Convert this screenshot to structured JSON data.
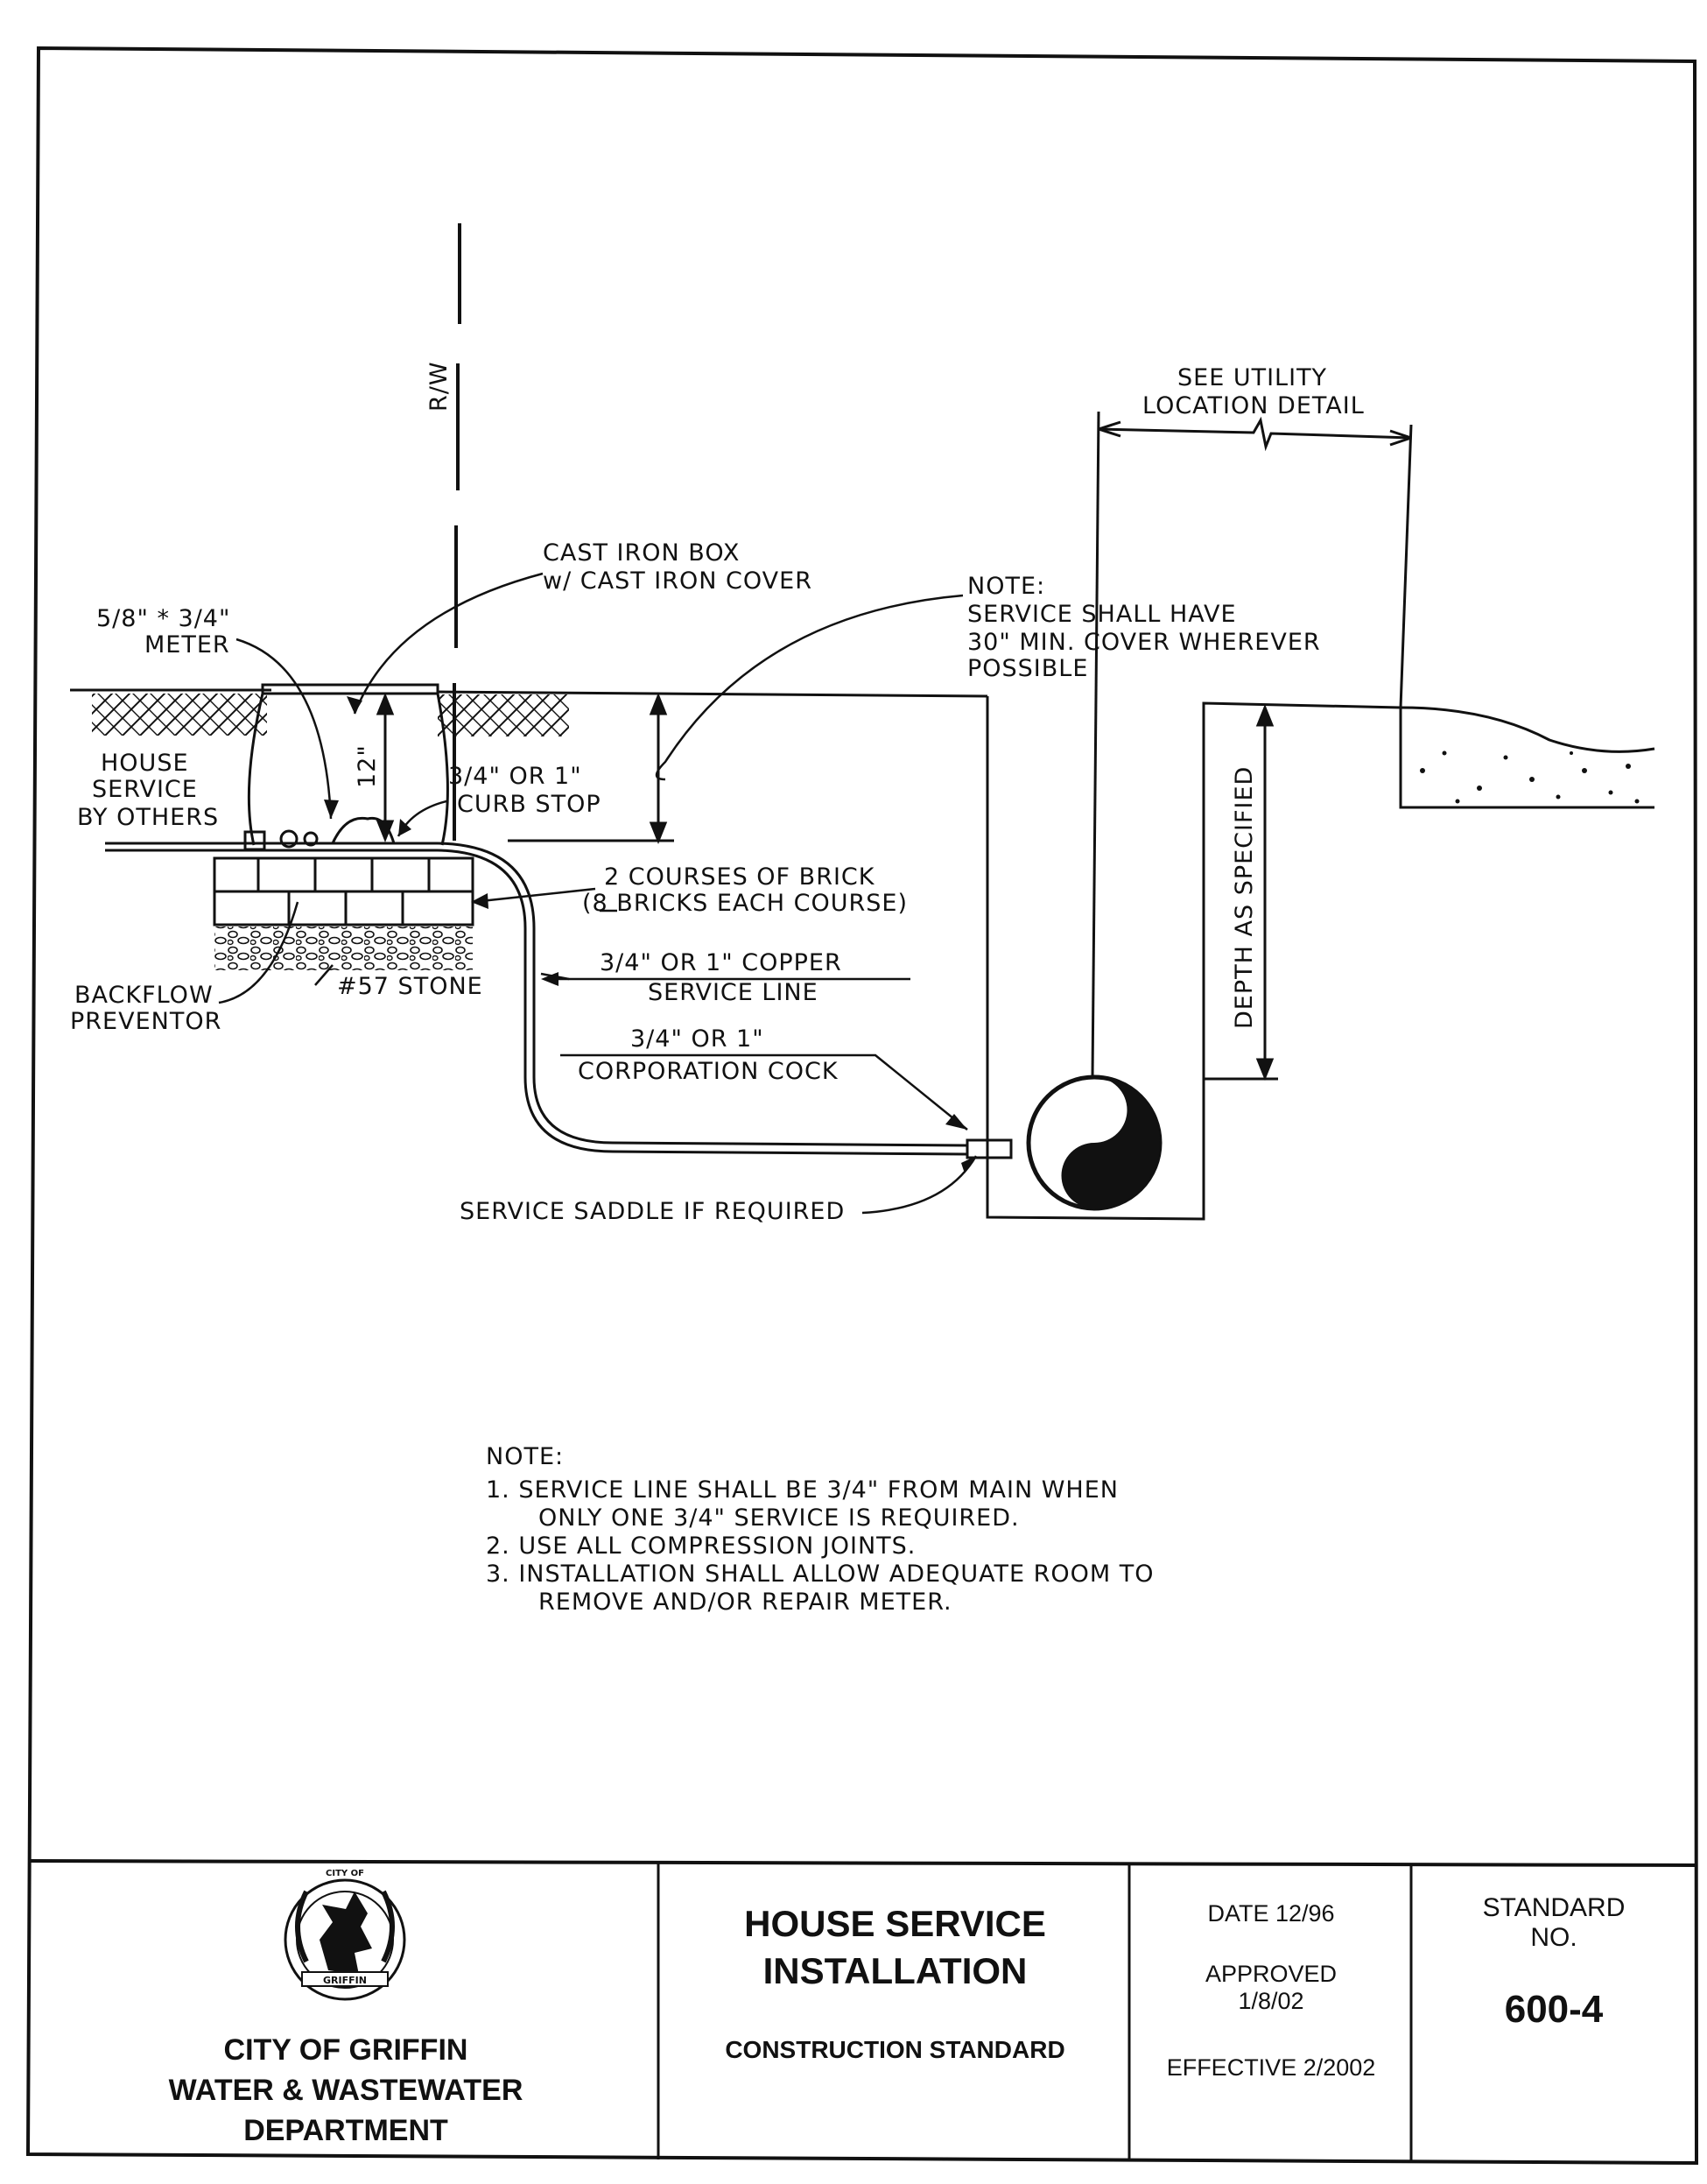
{
  "drawing": {
    "rw": "R/W",
    "see_utility": "SEE UTILITY",
    "location_detail": "LOCATION DETAIL",
    "cast_iron_box": "CAST IRON BOX",
    "cast_iron_cover": "w/ CAST IRON COVER",
    "meter_size": "5/8\" * 3/4\"",
    "meter": "METER",
    "note_title": "NOTE:",
    "note_line1": "SERVICE SHALL HAVE",
    "note_line2": "30\" MIN. COVER WHEREVER",
    "note_line3": "POSSIBLE",
    "house_service_1": "HOUSE",
    "house_service_2": "SERVICE",
    "house_service_3": "BY OTHERS",
    "depth_12": "12\"",
    "curb_stop_1": "3/4\" OR 1\"",
    "curb_stop_2": "CURB STOP",
    "brick_1": "2 COURSES OF BRICK",
    "brick_2": "(8 BRICKS EACH COURSE)",
    "copper_1": "3/4\" OR 1\" COPPER",
    "copper_2": "SERVICE LINE",
    "stone": "#57 STONE",
    "backflow_1": "BACKFLOW",
    "backflow_2": "PREVENTOR",
    "corp_1": "3/4\" OR 1\"",
    "corp_2": "CORPORATION COCK",
    "depth_specified": "DEPTH AS SPECIFIED",
    "saddle": "SERVICE SADDLE IF REQUIRED"
  },
  "notes": {
    "title": "NOTE:",
    "n1a": "1.  SERVICE LINE SHALL BE 3/4\" FROM MAIN WHEN",
    "n1b": "ONLY ONE 3/4\" SERVICE IS REQUIRED.",
    "n2": "2.  USE ALL COMPRESSION JOINTS.",
    "n3a": "3.  INSTALLATION SHALL ALLOW ADEQUATE ROOM TO",
    "n3b": "REMOVE AND/OR REPAIR METER."
  },
  "title_block": {
    "seal_top": "CITY OF",
    "seal_banner": "GRIFFIN",
    "org_line1": "CITY OF GRIFFIN",
    "org_line2": "WATER & WASTEWATER",
    "org_line3": "DEPARTMENT",
    "title_line1": "HOUSE SERVICE",
    "title_line2": "INSTALLATION",
    "subtitle": "CONSTRUCTION STANDARD",
    "date": "DATE 12/96",
    "approved_label": "APPROVED",
    "approved_date": "1/8/02",
    "effective": "EFFECTIVE 2/2002",
    "standard_label_1": "STANDARD",
    "standard_label_2": "NO.",
    "standard_no": "600-4"
  }
}
